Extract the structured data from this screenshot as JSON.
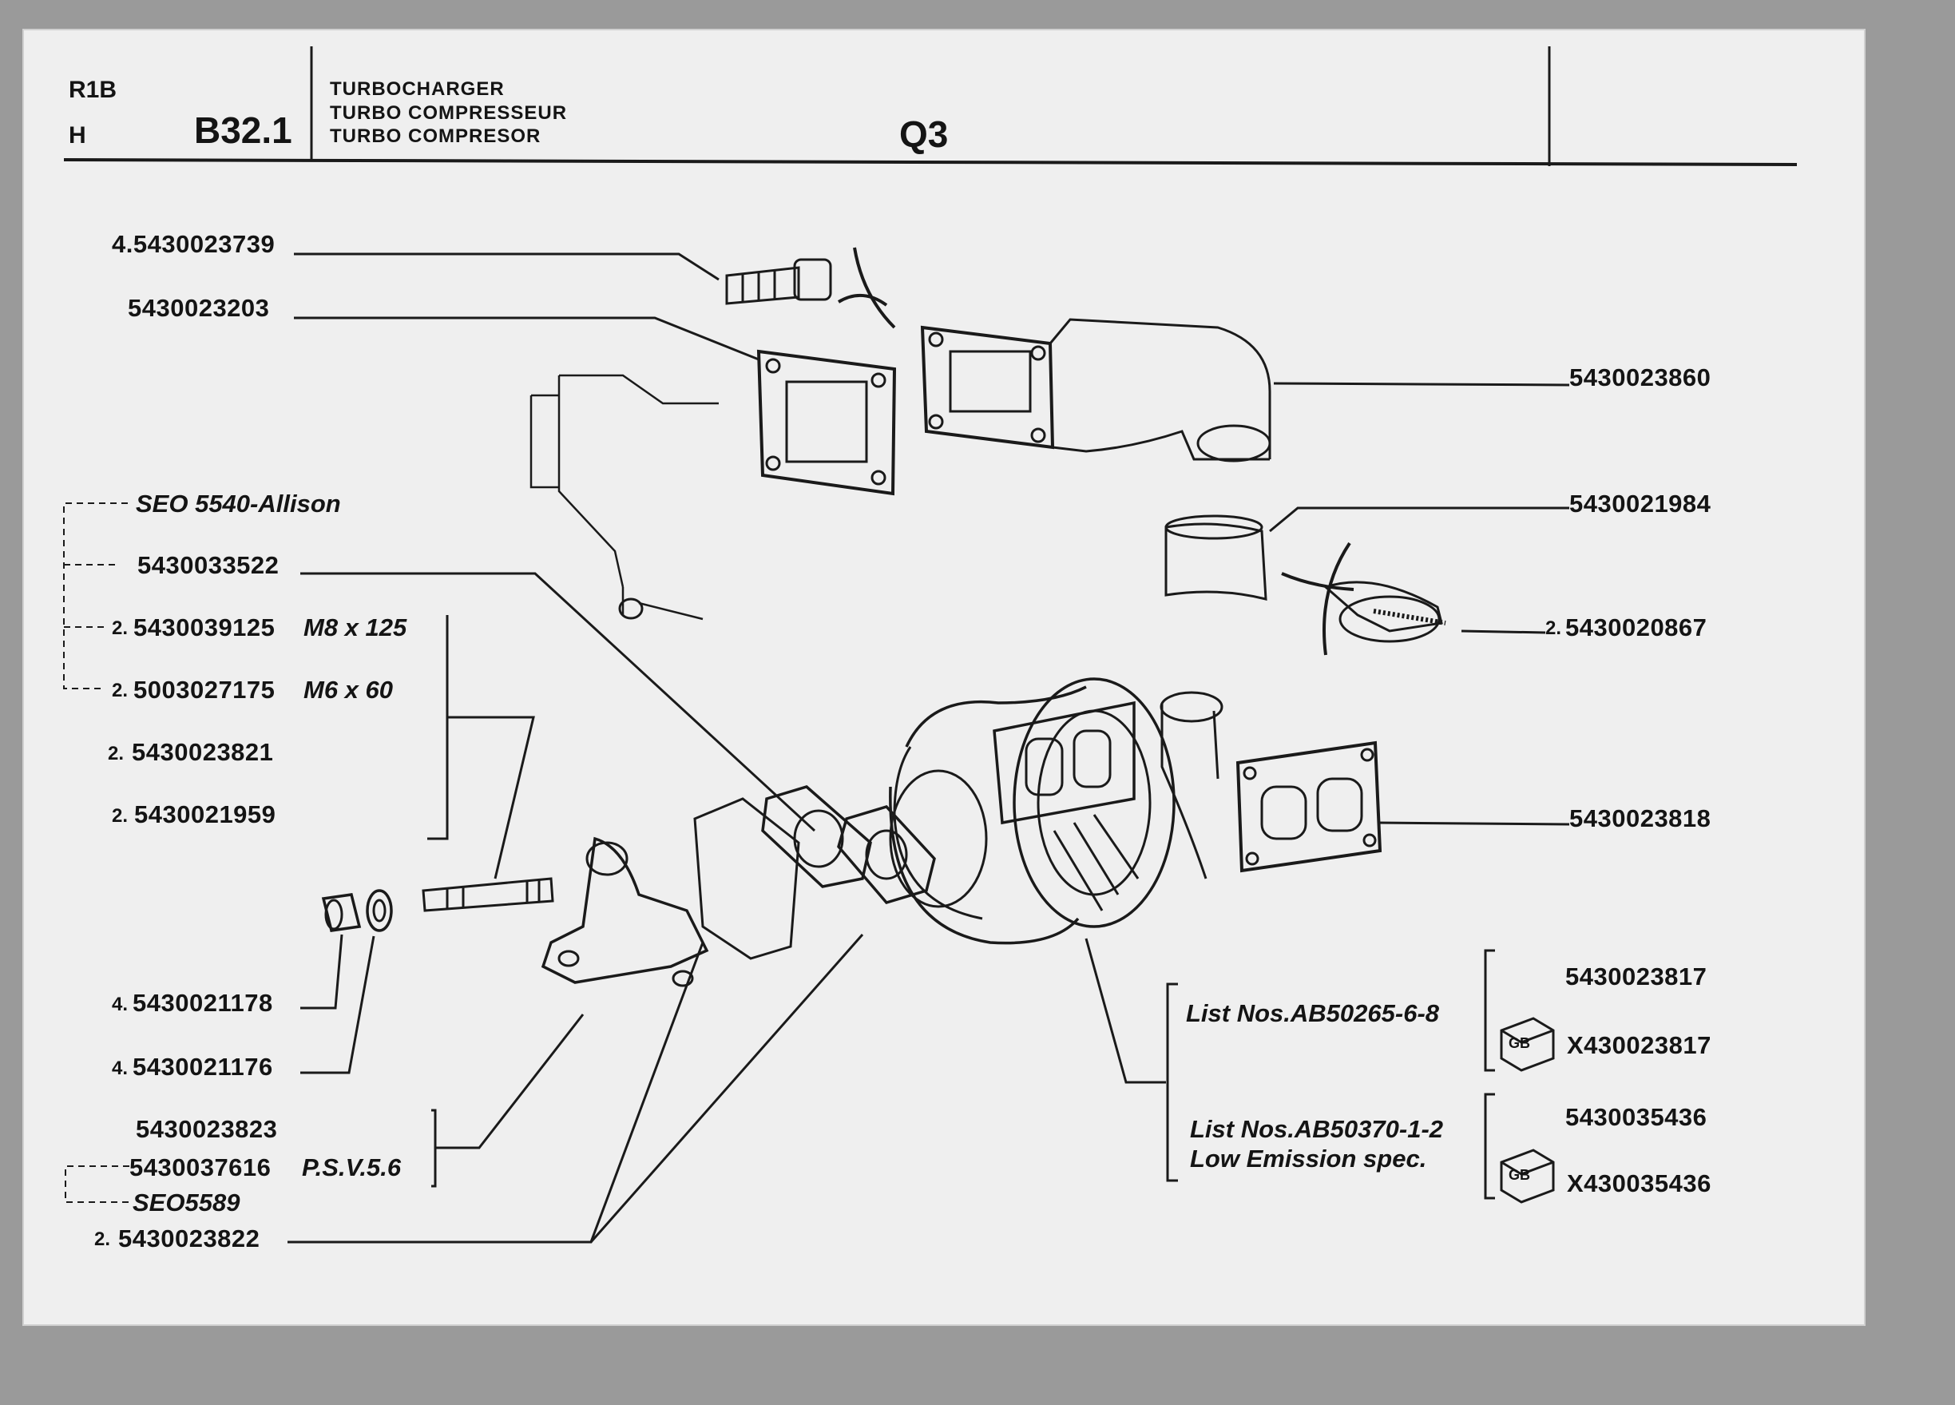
{
  "header": {
    "code_top": "R1B",
    "code_bottom": "H",
    "section": "B32.1",
    "title_en": "TURBOCHARGER",
    "title_fr": "TURBO COMPRESSEUR",
    "title_es": "TURBO COMPRESOR",
    "page_ref": "Q3"
  },
  "left_labels": {
    "bolt": "4.5430023739",
    "gasket_top": "5430023203",
    "seo_allison": "SEO 5540-Allison",
    "l_5430033522": "5430033522",
    "l_5430039125": "5430039125",
    "l_5430039125_prefix": "2.",
    "l_5430039125_spec": "M8 x 125",
    "l_5003027175": "5003027175",
    "l_5003027175_prefix": "2.",
    "l_5003027175_spec": "M6 x 60",
    "l_5430023821": "5430023821",
    "l_5430023821_prefix": "2.",
    "l_5430021959": "5430021959",
    "l_5430021959_prefix": "2.",
    "l_5430021178": "5430021178",
    "l_5430021178_prefix": "4.",
    "l_5430021176": "5430021176",
    "l_5430021176_prefix": "4.",
    "l_5430023823": "5430023823",
    "l_5430037616": "5430037616",
    "l_5430037616_spec": "P.S.V.5.6",
    "seo5589": "SEO5589",
    "l_5430023822": "5430023822",
    "l_5430023822_prefix": "2."
  },
  "right_labels": {
    "elbow": "5430023860",
    "hose": "5430021984",
    "clamp_prefix": "2.",
    "clamp": "5430020867",
    "gasket_turbo": "5430023818",
    "list1": "List Nos.AB50265-6-8",
    "list1_pn": "5430023817",
    "list1_exch": "X430023817",
    "list2_line1": "List Nos.AB50370-1-2",
    "list2_line2": "Low Emission spec.",
    "list2_pn": "5430035436",
    "list2_exch": "X430035436",
    "exch_badge": "GB"
  }
}
